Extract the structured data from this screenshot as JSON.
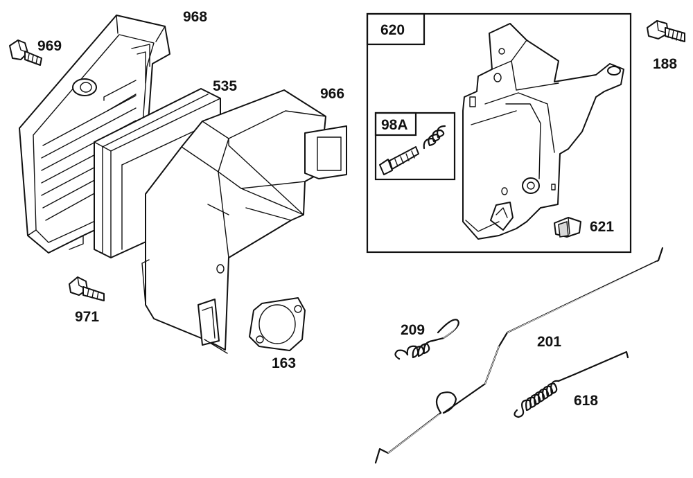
{
  "parts": {
    "p969": "969",
    "p968": "968",
    "p535": "535",
    "p966": "966",
    "p620": "620",
    "p98a": "98A",
    "p188": "188",
    "p621": "621",
    "p971": "971",
    "p209": "209",
    "p201": "201",
    "p163": "163",
    "p618": "618"
  }
}
